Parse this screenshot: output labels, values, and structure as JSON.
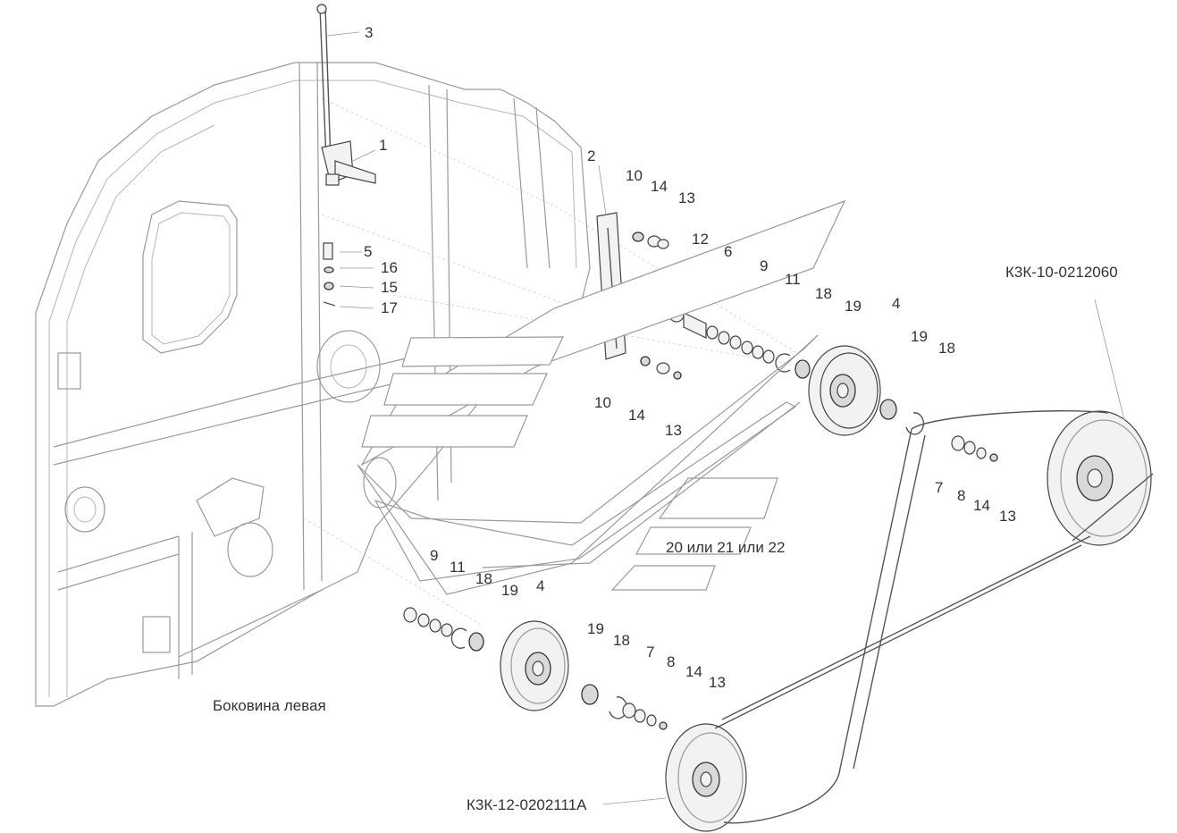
{
  "callouts": [
    {
      "text": "3"
    },
    {
      "text": "1"
    },
    {
      "text": "2"
    },
    {
      "text": "10"
    },
    {
      "text": "14"
    },
    {
      "text": "13"
    },
    {
      "text": "12"
    },
    {
      "text": "6"
    },
    {
      "text": "5"
    },
    {
      "text": "16"
    },
    {
      "text": "15"
    },
    {
      "text": "17"
    },
    {
      "text": "9"
    },
    {
      "text": "11"
    },
    {
      "text": "18"
    },
    {
      "text": "19"
    },
    {
      "text": "4"
    },
    {
      "text": "К3К-10-0212060"
    },
    {
      "text": "19"
    },
    {
      "text": "18"
    },
    {
      "text": "10"
    },
    {
      "text": "14"
    },
    {
      "text": "13"
    },
    {
      "text": "7"
    },
    {
      "text": "8"
    },
    {
      "text": "14"
    },
    {
      "text": "13"
    },
    {
      "text": "20 или 21 или 22"
    },
    {
      "text": "9"
    },
    {
      "text": "11"
    },
    {
      "text": "18"
    },
    {
      "text": "19"
    },
    {
      "text": "4"
    },
    {
      "text": "19"
    },
    {
      "text": "18"
    },
    {
      "text": "7"
    },
    {
      "text": "8"
    },
    {
      "text": "14"
    },
    {
      "text": "13"
    },
    {
      "text": "Боковина левая"
    },
    {
      "text": "К3К-12-0202111А"
    }
  ]
}
